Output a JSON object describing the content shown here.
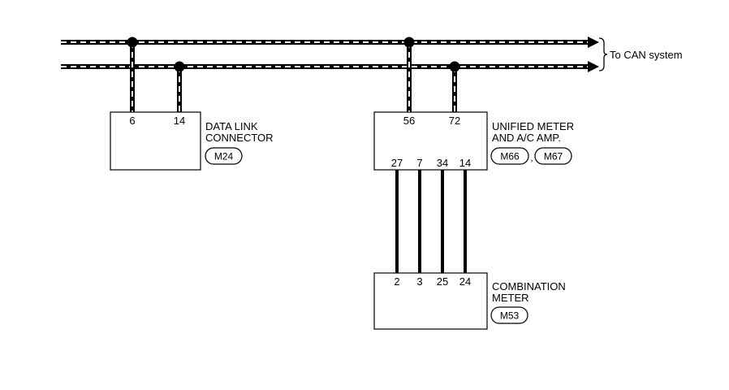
{
  "buses": {
    "destination_label": "To CAN system"
  },
  "components": {
    "data_link": {
      "name_line1": "DATA LINK",
      "name_line2": "CONNECTOR",
      "connector": "M24",
      "pins_top": [
        "6",
        "14"
      ]
    },
    "unified_meter": {
      "name_line1": "UNIFIED METER",
      "name_line2": "AND A/C AMP.",
      "connectors": [
        "M66",
        "M67"
      ],
      "connector_separator": ",",
      "pins_top": [
        "56",
        "72"
      ],
      "pins_bottom": [
        "27",
        "7",
        "34",
        "14"
      ]
    },
    "combination_meter": {
      "name_line1": "COMBINATION",
      "name_line2": "METER",
      "connector": "M53",
      "pins_top": [
        "2",
        "3",
        "25",
        "24"
      ]
    }
  },
  "colors": {
    "line": "#000000",
    "dash": "#ffffff",
    "background": "#ffffff"
  }
}
